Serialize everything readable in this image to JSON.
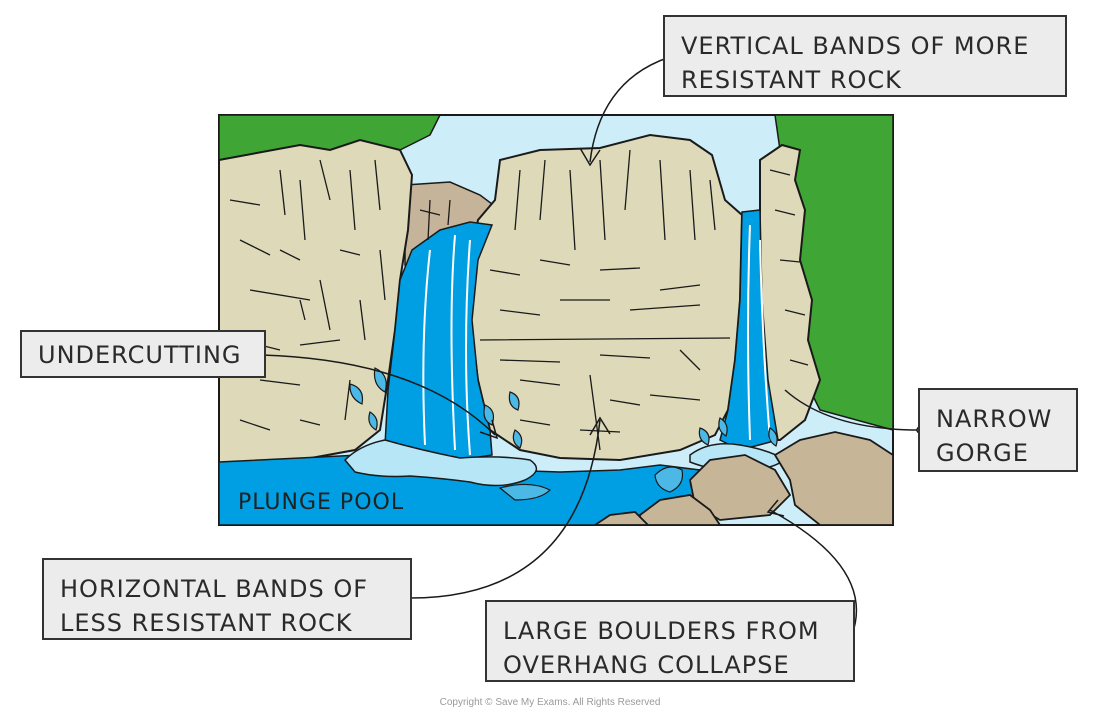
{
  "labels": {
    "vertical_bands": {
      "line1": "VERTICAL BANDS OF MORE",
      "line2": "RESISTANT ROCK"
    },
    "undercutting": {
      "line1": "UNDERCUTTING"
    },
    "narrow_gorge": {
      "line1": "NARROW",
      "line2": "GORGE"
    },
    "horizontal_bands": {
      "line1": "HORIZONTAL BANDS OF",
      "line2": "LESS RESISTANT ROCK"
    },
    "large_boulders": {
      "line1": "LARGE BOULDERS FROM",
      "line2": "OVERHANG COLLAPSE"
    },
    "plunge_pool": "PLUNGE POOL"
  },
  "copyright": "Copyright © Save My Exams. All Rights Reserved",
  "colors": {
    "sky": "#cdeef8",
    "rock": "#ddd9b9",
    "grass": "#3fa535",
    "water": "#009fe3",
    "foam": "#b7e6f7",
    "boulder": "#c7b598",
    "dark_rock": "#c5b49a",
    "outline": "#1a1a1a"
  }
}
